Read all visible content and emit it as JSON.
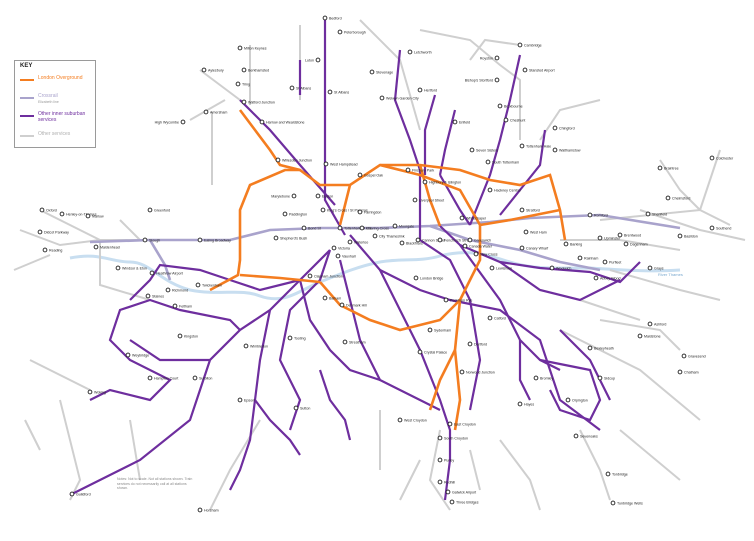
{
  "colors": {
    "overground": "#f47d20",
    "crossrail": "#a9a3cc",
    "inner_suburban": "#6e2e9e",
    "other": "#cfcfcf",
    "river": "#c8def0",
    "station_fill": "#ffffff",
    "station_stroke": "#1a1a1a",
    "rail_icon": "#d6302a",
    "dlr_icon": "#18a6b1"
  },
  "key": {
    "title": "KEY",
    "items": [
      {
        "label": "London Overground",
        "sub": "",
        "color_key": "overground"
      },
      {
        "label": "Crossrail",
        "sub": "Elizabeth line",
        "color_key": "crossrail"
      },
      {
        "label": "Other inner suburban services",
        "sub": "",
        "color_key": "inner_suburban"
      },
      {
        "label": "Other services",
        "sub": "",
        "color_key": "other"
      }
    ]
  },
  "footnote": "Notes: Not to scale. Not all stations shown. Train services do not necessarily call at all stations shown.",
  "river_label": "River Thames",
  "stations": [
    {
      "name": "Bedford"
    },
    {
      "name": "Peterborough"
    },
    {
      "name": "Cambridge"
    },
    {
      "name": "Letchworth"
    },
    {
      "name": "Royston"
    },
    {
      "name": "Stansted Airport"
    },
    {
      "name": "Bishop's Stortford"
    },
    {
      "name": "Milton Keynes"
    },
    {
      "name": "Luton"
    },
    {
      "name": "Stevenage"
    },
    {
      "name": "Aylesbury"
    },
    {
      "name": "Tring"
    },
    {
      "name": "Berkhamsted"
    },
    {
      "name": "Hertford"
    },
    {
      "name": "St Albans"
    },
    {
      "name": "St Albans"
    },
    {
      "name": "Watford Junction"
    },
    {
      "name": "Amersham"
    },
    {
      "name": "Harrow and Wealdstone"
    },
    {
      "name": "Welwyn Garden City"
    },
    {
      "name": "Broxbourne"
    },
    {
      "name": "Cheshunt"
    },
    {
      "name": "High Wycombe"
    },
    {
      "name": "Enfield"
    },
    {
      "name": "Chingford"
    },
    {
      "name": "Walthamstow"
    },
    {
      "name": "Tottenham Hale"
    },
    {
      "name": "Willesden Junction"
    },
    {
      "name": "West Hampstead"
    },
    {
      "name": "Gospel Oak"
    },
    {
      "name": "Seven Sisters"
    },
    {
      "name": "South Tottenham"
    },
    {
      "name": "Highbury & Islington"
    },
    {
      "name": "Finsbury Park"
    },
    {
      "name": "Hackney Central"
    },
    {
      "name": "Euston"
    },
    {
      "name": "King's Cross / St Pancras"
    },
    {
      "name": "Marylebone"
    },
    {
      "name": "Paddington"
    },
    {
      "name": "Liverpool Street"
    },
    {
      "name": "Stratford"
    },
    {
      "name": "Romford"
    },
    {
      "name": "Shenfield"
    },
    {
      "name": "Brentwood"
    },
    {
      "name": "Southend"
    },
    {
      "name": "Oxford"
    },
    {
      "name": "Henley-on-Thames"
    },
    {
      "name": "Marlow"
    },
    {
      "name": "Didcot Parkway"
    },
    {
      "name": "Reading"
    },
    {
      "name": "Maidenhead"
    },
    {
      "name": "Slough"
    },
    {
      "name": "Greenford"
    },
    {
      "name": "Ealing Broadway"
    },
    {
      "name": "Shepherd's Bush"
    },
    {
      "name": "Bond St"
    },
    {
      "name": "Tottenham Ct Rd"
    },
    {
      "name": "Farringdon"
    },
    {
      "name": "Moorgate"
    },
    {
      "name": "City Thameslink"
    },
    {
      "name": "Blackfriars"
    },
    {
      "name": "Cannon Street"
    },
    {
      "name": "Fenchurch Street"
    },
    {
      "name": "Whitechapel"
    },
    {
      "name": "Canada Water"
    },
    {
      "name": "West Ham"
    },
    {
      "name": "Canary Wharf"
    },
    {
      "name": "Woolwich"
    },
    {
      "name": "Abbey Wood"
    },
    {
      "name": "Barking"
    },
    {
      "name": "Upminster"
    },
    {
      "name": "Dagenham"
    },
    {
      "name": "Rainham"
    },
    {
      "name": "Purfleet"
    },
    {
      "name": "Grays"
    },
    {
      "name": "Basildon"
    },
    {
      "name": "Chelmsford"
    },
    {
      "name": "Colchester"
    },
    {
      "name": "Braintree"
    },
    {
      "name": "Windsor & Eton"
    },
    {
      "name": "Heathrow Airport"
    },
    {
      "name": "Staines"
    },
    {
      "name": "Feltham"
    },
    {
      "name": "Twickenham"
    },
    {
      "name": "Richmond"
    },
    {
      "name": "Clapham Junction"
    },
    {
      "name": "Vauxhall"
    },
    {
      "name": "Waterloo"
    },
    {
      "name": "Charing Cross"
    },
    {
      "name": "London Bridge"
    },
    {
      "name": "Victoria"
    },
    {
      "name": "Denmark Hill"
    },
    {
      "name": "Peckham Rye"
    },
    {
      "name": "New Cross"
    },
    {
      "name": "Lewisham"
    },
    {
      "name": "Greenwich"
    },
    {
      "name": "Catford"
    },
    {
      "name": "Sydenham"
    },
    {
      "name": "Crystal Palace"
    },
    {
      "name": "Norwood Junction"
    },
    {
      "name": "Balham"
    },
    {
      "name": "Streatham"
    },
    {
      "name": "Tooting"
    },
    {
      "name": "Wimbledon"
    },
    {
      "name": "Kingston"
    },
    {
      "name": "Surbiton"
    },
    {
      "name": "Hampton Court"
    },
    {
      "name": "Weybridge"
    },
    {
      "name": "Woking"
    },
    {
      "name": "Guildford"
    },
    {
      "name": "Epsom"
    },
    {
      "name": "Sutton"
    },
    {
      "name": "West Croydon"
    },
    {
      "name": "East Croydon"
    },
    {
      "name": "South Croydon"
    },
    {
      "name": "Purley"
    },
    {
      "name": "Redhill"
    },
    {
      "name": "Gatwick Airport"
    },
    {
      "name": "Three Bridges"
    },
    {
      "name": "Horsham"
    },
    {
      "name": "Dartford"
    },
    {
      "name": "Gravesend"
    },
    {
      "name": "Bexleyheath"
    },
    {
      "name": "Sidcup"
    },
    {
      "name": "Orpington"
    },
    {
      "name": "Bromley"
    },
    {
      "name": "Hayes"
    },
    {
      "name": "Sevenoaks"
    },
    {
      "name": "Tonbridge"
    },
    {
      "name": "Tunbridge Wells"
    },
    {
      "name": "Ashford"
    },
    {
      "name": "Chatham"
    },
    {
      "name": "Maidstone"
    }
  ]
}
